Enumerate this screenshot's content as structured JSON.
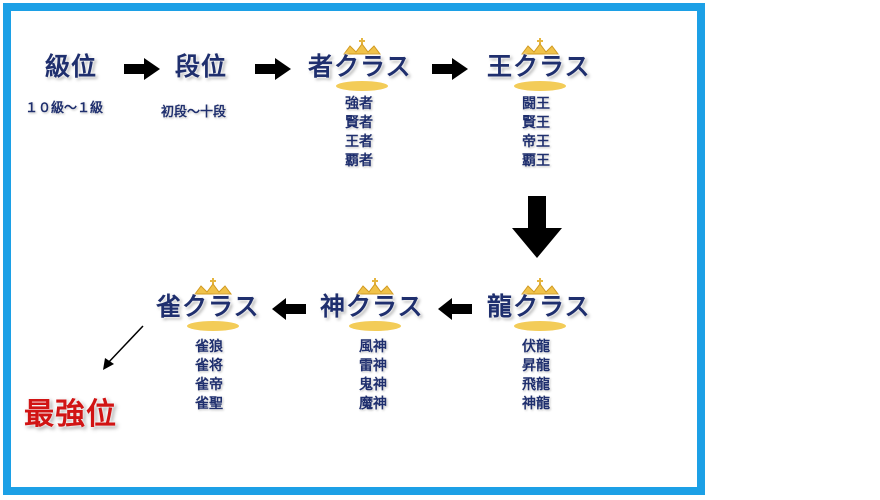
{
  "nodes": {
    "kyu": {
      "title": "級位",
      "range": "１０級～１級"
    },
    "dan": {
      "title": "段位",
      "range": "初段～十段"
    },
    "sha": {
      "title": "者クラス",
      "ranks": [
        "強者",
        "賢者",
        "王者",
        "覇者"
      ]
    },
    "ou": {
      "title": "王クラス",
      "ranks": [
        "闘王",
        "賢王",
        "帝王",
        "覇王"
      ]
    },
    "ryu": {
      "title": "龍クラス",
      "ranks": [
        "伏龍",
        "昇龍",
        "飛龍",
        "神龍"
      ]
    },
    "shin": {
      "title": "神クラス",
      "ranks": [
        "風神",
        "雷神",
        "鬼神",
        "魔神"
      ]
    },
    "jaku": {
      "title": "雀クラス",
      "ranks": [
        "雀狼",
        "雀将",
        "雀帝",
        "雀聖"
      ]
    },
    "top": {
      "title": "最強位"
    }
  },
  "colors": {
    "frame": "#1ca0e6",
    "title": "#1f2f6e",
    "top": "#d11414",
    "crown": "#e6b640",
    "arrow": "#000000"
  }
}
